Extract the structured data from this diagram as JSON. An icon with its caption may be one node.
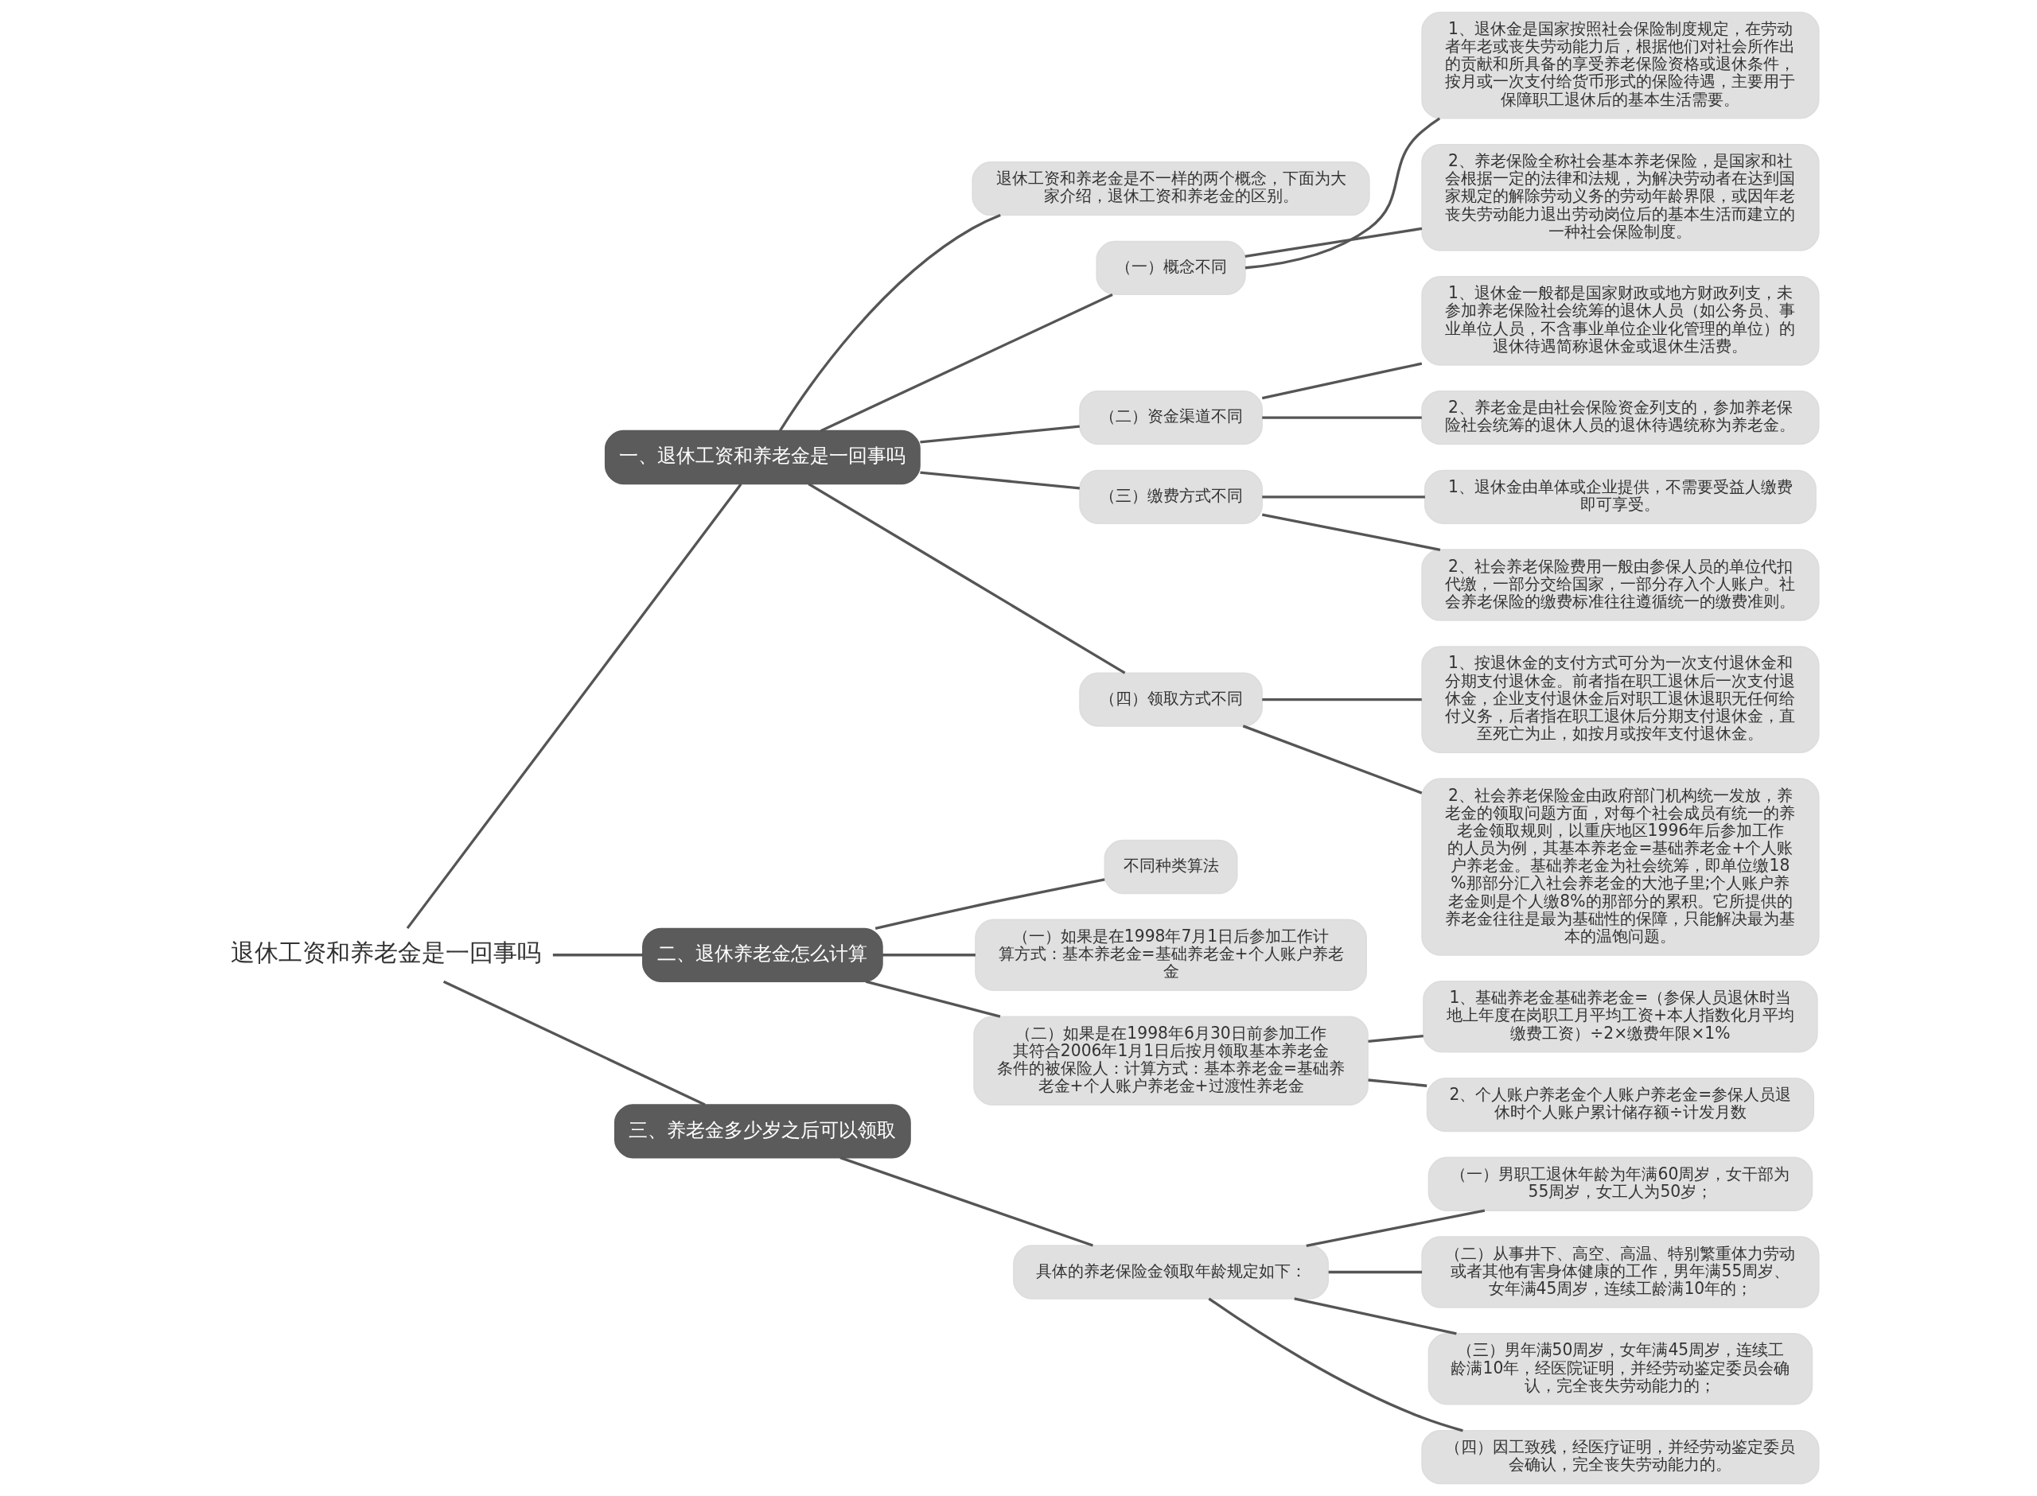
{
  "diagram": {
    "nodes": [
      {
        "text": [
          "退休工资和养老金是一回事吗"
        ]
      },
      {
        "text": [
          "一、退休工资和养老金是一回事吗"
        ]
      },
      {
        "text": [
          "退休工资和养老金是不一样的两个概念，下面为大家介绍，退休工资和养老金的区别。"
        ]
      },
      {
        "text": [
          "（一）概念不同"
        ]
      },
      {
        "text": [
          "1、退休金是国家按照社会保险制度规定，在劳动者年老或丧失劳动能力后，根据他们对社会所作出的贡献和所具备的享受养老保险资格或退休条件，按月或一次支付给货币形式的保险待遇，主要用于保障职工退休后的基本生活需要。"
        ]
      },
      {
        "text": [
          "2、养老保险全称社会基本养老保险，是国家和社会根据一定的法律和法规，为解决劳动者在达到国家规定的解除劳动义务的劳动年龄界限，或因年老丧失劳动能力退出劳动岗位后的基本生活而建立的一种社会保险制度。"
        ]
      },
      {
        "text": [
          "（二）资金渠道不同"
        ]
      },
      {
        "text": [
          "1、退休金一般都是国家财政或地方财政列支，未参加养老保险社会统筹的退休人员（如公务员、事业单位人员，不含事业单位企业化管理的单位）的退休待遇简称退休金或退休生活费。"
        ]
      },
      {
        "text": [
          "2、养老金是由社会保险资金列支的，参加养老保险社会统筹的退休人员的退休待遇统称为养老金。"
        ]
      },
      {
        "text": [
          "（三）缴费方式不同"
        ]
      },
      {
        "text": [
          "1、退休金由单体或企业提供，不需要受益人缴费即可享受。"
        ]
      },
      {
        "text": [
          "2、社会养老保险费用一般由参保人员的单位代扣代缴，一部分交给国家，一部分存入个人账户。社会养老保险的缴费标准往往遵循统一的缴费准则。"
        ]
      },
      {
        "text": [
          "（四）领取方式不同"
        ]
      },
      {
        "text": [
          "1、按退休金的支付方式可分为一次支付退休金和分期支付退休金。前者指在职工退休后一次支付退休金，企业支付退休金后对职工退休退职无任何给付义务，后者指在职工退休后分期支付退休金，直至死亡为止，如按月或按年支付退休金。"
        ]
      },
      {
        "text": [
          "2、社会养老保险金由政府部门机构统一发放，养老金的领取问题方面，对每个社会成员有统一的养老金领取规则，以重庆地区1996年后参加工作的人员为例，其基本养老金=基础养老金+个人账户养老金。基础养老金为社会统筹，即单位缴18%那部分汇入社会养老金的大池子里;个人账户养老金则是个人缴8%的那部分的累积。它所提供的养老金往往是最为基础性的保障，只能解决最为基本的温饱问题。"
        ]
      },
      {
        "text": [
          "二、退休养老金怎么计算"
        ]
      },
      {
        "text": [
          "不同种类算法"
        ]
      },
      {
        "text": [
          "（一）如果是在1998年7月1日后参加工作计算方式：基本养老金=基础养老金+个人账户养老金"
        ]
      },
      {
        "text": [
          "（二）如果是在1998年6月30日前参加工作其符合2006年1月1日后按月领取基本养老金条件的被保险人：计算方式：基本养老金=基础养老金+个人账户养老金+过渡性养老金"
        ]
      },
      {
        "text": [
          "1、基础养老金基础养老金=（参保人员退休时当地上年度在岗职工月平均工资+本人指数化月平均缴费工资）÷2×缴费年限×1%"
        ]
      },
      {
        "text": [
          "2、个人账户养老金个人账户养老金=参保人员退休时个人账户累计储存额÷计发月数"
        ]
      },
      {
        "text": [
          "三、养老金多少岁之后可以领取"
        ]
      },
      {
        "text": [
          "具体的养老保险金领取年龄规定如下："
        ]
      },
      {
        "text": [
          "（一）男职工退休年龄为年满60周岁，女干部为55周岁，女工人为50岁；"
        ]
      },
      {
        "text": [
          "（二）从事井下、高空、高温、特别繁重体力劳动或者其他有害身体健康的工作，男年满55周岁、女年满45周岁，连续工龄满10年的；"
        ]
      },
      {
        "text": [
          "（三）男年满50周岁，女年满45周岁，连续工龄满10年，经医院证明，并经劳动鉴定委员会确认，完全丧失劳动能力的；"
        ]
      },
      {
        "text": [
          "（四）因工致残，经医疗证明，并经劳动鉴定委员会确认，完全丧失劳动能力的。"
        ]
      }
    ],
    "edges": [
      {
        "from": 0,
        "to": 1,
        "arrow": "none"
      },
      {
        "from": 1,
        "to": 2,
        "arrow": "none"
      },
      {
        "from": 1,
        "to": 3,
        "arrow": "none"
      },
      {
        "from": 3,
        "to": 4,
        "arrow": "none"
      },
      {
        "from": 3,
        "to": 5,
        "arrow": "none"
      },
      {
        "from": 1,
        "to": 6,
        "arrow": "none"
      },
      {
        "from": 6,
        "to": 7,
        "arrow": "none"
      },
      {
        "from": 6,
        "to": 8,
        "arrow": "none"
      },
      {
        "from": 1,
        "to": 9,
        "arrow": "none"
      },
      {
        "from": 9,
        "to": 10,
        "arrow": "none"
      },
      {
        "from": 9,
        "to": 11,
        "arrow": "none"
      },
      {
        "from": 1,
        "to": 12,
        "arrow": "none"
      },
      {
        "from": 12,
        "to": 13,
        "arrow": "none"
      },
      {
        "from": 12,
        "to": 14,
        "arrow": "none"
      },
      {
        "from": 0,
        "to": 15,
        "arrow": "none"
      },
      {
        "from": 15,
        "to": 16,
        "arrow": "none"
      },
      {
        "from": 15,
        "to": 17,
        "arrow": "none"
      },
      {
        "from": 15,
        "to": 18,
        "arrow": "none"
      },
      {
        "from": 18,
        "to": 19,
        "arrow": "none"
      },
      {
        "from": 18,
        "to": 20,
        "arrow": "none"
      },
      {
        "from": 0,
        "to": 21,
        "arrow": "none"
      },
      {
        "from": 21,
        "to": 22,
        "arrow": "none"
      },
      {
        "from": 22,
        "to": 23,
        "arrow": "none"
      },
      {
        "from": 22,
        "to": 24,
        "arrow": "none"
      },
      {
        "from": 22,
        "to": 25,
        "arrow": "none"
      },
      {
        "from": 22,
        "to": 26,
        "arrow": "none"
      }
    ]
  }
}
